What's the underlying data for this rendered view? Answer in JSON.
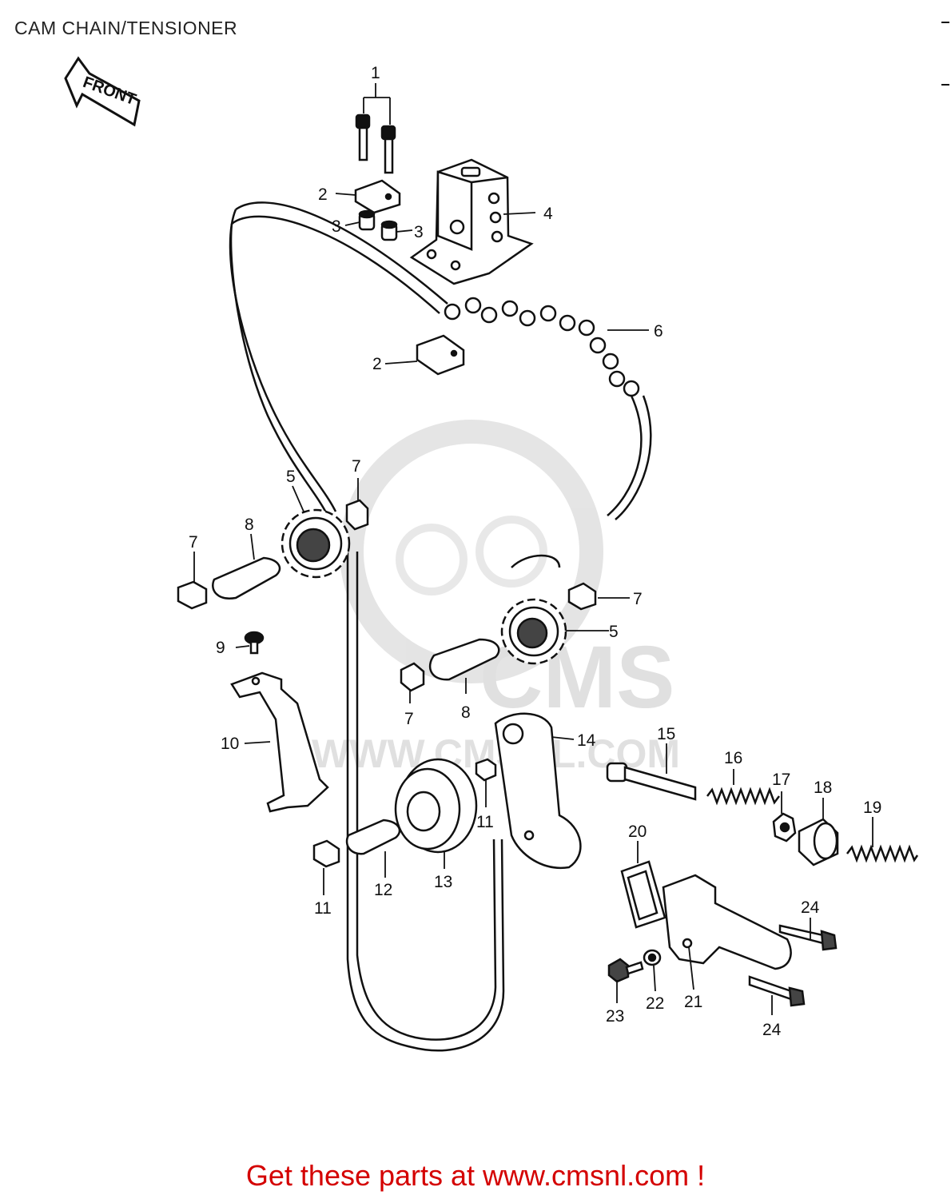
{
  "header": {
    "title": "CAM CHAIN/TENSIONER"
  },
  "front_arrow": {
    "text": "FRONT"
  },
  "watermark": {
    "logo_text": "CMS",
    "url_text": "WWW.CMSNL.COM"
  },
  "callouts": [
    "1",
    "2",
    "3",
    "3",
    "4",
    "2",
    "6",
    "5",
    "7",
    "8",
    "7",
    "9",
    "7",
    "5",
    "7",
    "8",
    "10",
    "14",
    "15",
    "16",
    "17",
    "18",
    "19",
    "20",
    "11",
    "11",
    "12",
    "13",
    "24",
    "23",
    "22",
    "21",
    "24"
  ],
  "footer": {
    "text": "Get these parts at www.cmsnl.com !"
  }
}
